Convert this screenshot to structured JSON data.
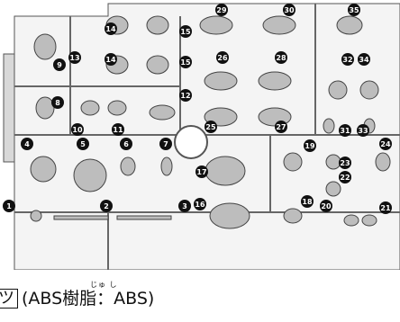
{
  "sprue": {
    "part_numbers": [
      "1",
      "2",
      "3",
      "4",
      "5",
      "6",
      "7",
      "8",
      "9",
      "10",
      "11",
      "12",
      "13",
      "14",
      "14",
      "15",
      "15",
      "16",
      "17",
      "18",
      "19",
      "20",
      "21",
      "22",
      "23",
      "24",
      "25",
      "26",
      "27",
      "28",
      "29",
      "30",
      "31",
      "32",
      "33",
      "34",
      "35"
    ]
  },
  "caption": {
    "furigana": "じゅ し",
    "boxed": "ツ",
    "label": "(ABS樹脂：ABS)"
  }
}
